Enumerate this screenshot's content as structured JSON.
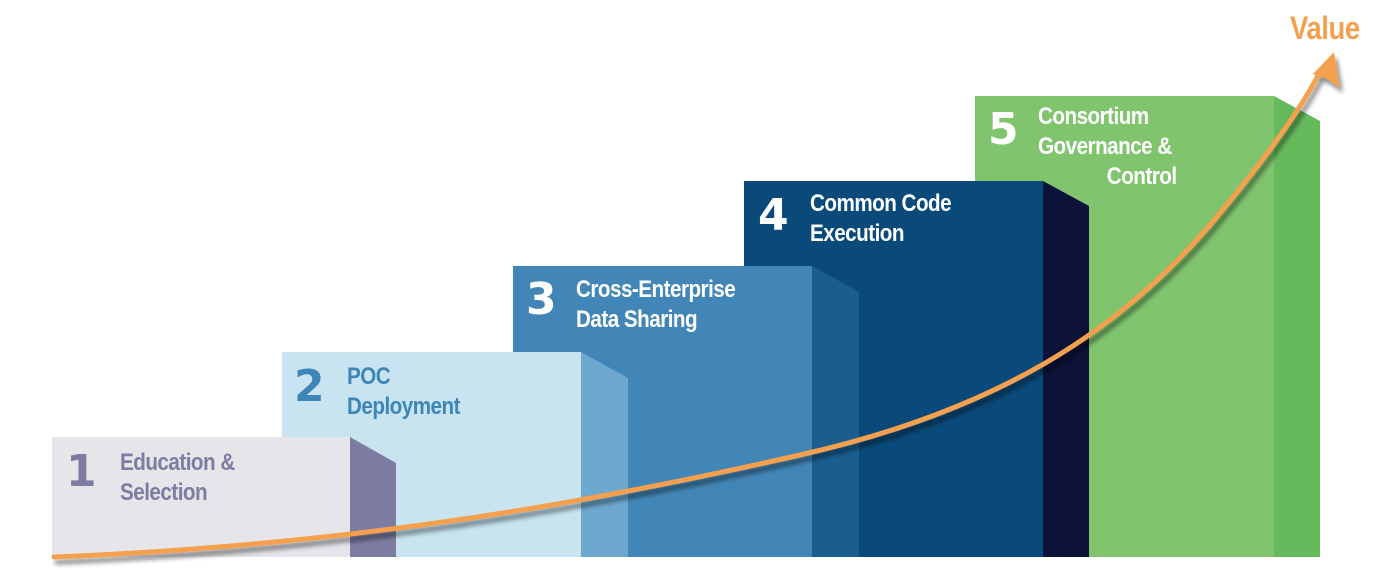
{
  "axis_label": "Value",
  "colors": {
    "arrow": "#F5A050",
    "value_text": "#F5A050"
  },
  "steps": [
    {
      "number": "1",
      "line1": "Education &",
      "line2": "Selection",
      "line3": "",
      "front_color": "#E5E5EA",
      "side_color": "#7C7DA1",
      "text_color": "#7C7DA1"
    },
    {
      "number": "2",
      "line1": "POC",
      "line2": "Deployment",
      "line3": "",
      "front_color": "#C7E4F0",
      "side_color": "#6DA9CF",
      "text_color": "#3F86B8"
    },
    {
      "number": "3",
      "line1": "Cross-Enterprise",
      "line2": "Data Sharing",
      "line3": "",
      "front_color": "#4286B7",
      "side_color": "#1A5E90",
      "text_color": "#FFFFFF"
    },
    {
      "number": "4",
      "line1": "Common Code",
      "line2": "Execution",
      "line3": "",
      "front_color": "#0A4A7A",
      "side_color": "#0C1238",
      "text_color": "#FFFFFF"
    },
    {
      "number": "5",
      "line1": "Consortium",
      "line2": "Governance &",
      "line3": "Control",
      "front_color": "#80C46E",
      "side_color": "#67BA5C",
      "text_color": "#FFFFFF"
    }
  ]
}
